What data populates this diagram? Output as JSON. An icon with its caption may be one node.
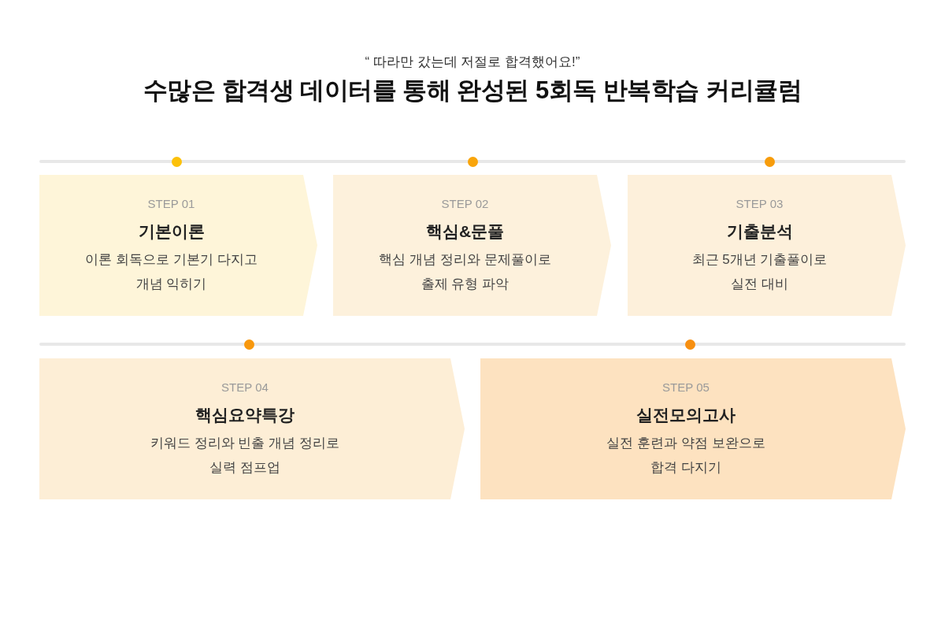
{
  "diagram": {
    "title": "수많은 합격생 데이터를 통해 완성된 5회독 반복학습 커리큘럼",
    "nodes": [
      {
        "text": [
          "STEP 01",
          "기본이론",
          "이론 회독으로 기본기 다지고 개념 익히기"
        ]
      },
      {
        "text": [
          "STEP 02",
          "핵심&문풀",
          "핵심 개념 정리와 문제풀이로 출제 유형 파악"
        ]
      },
      {
        "text": [
          "STEP 03",
          "기출분석",
          "최근 5개년 기출풀이로 실전 대비"
        ]
      },
      {
        "text": [
          "STEP 04",
          "핵심요약특강",
          "키워드 정리와 빈출 개념 정리로 실력 점프업"
        ]
      },
      {
        "text": [
          "STEP 05",
          "실전모의고사",
          "실전 훈련과 약점 보완으로 합격 다지기"
        ]
      }
    ],
    "labels": [
      "“ 따라만 갔는데 저절로 합격했어요!”"
    ]
  }
}
